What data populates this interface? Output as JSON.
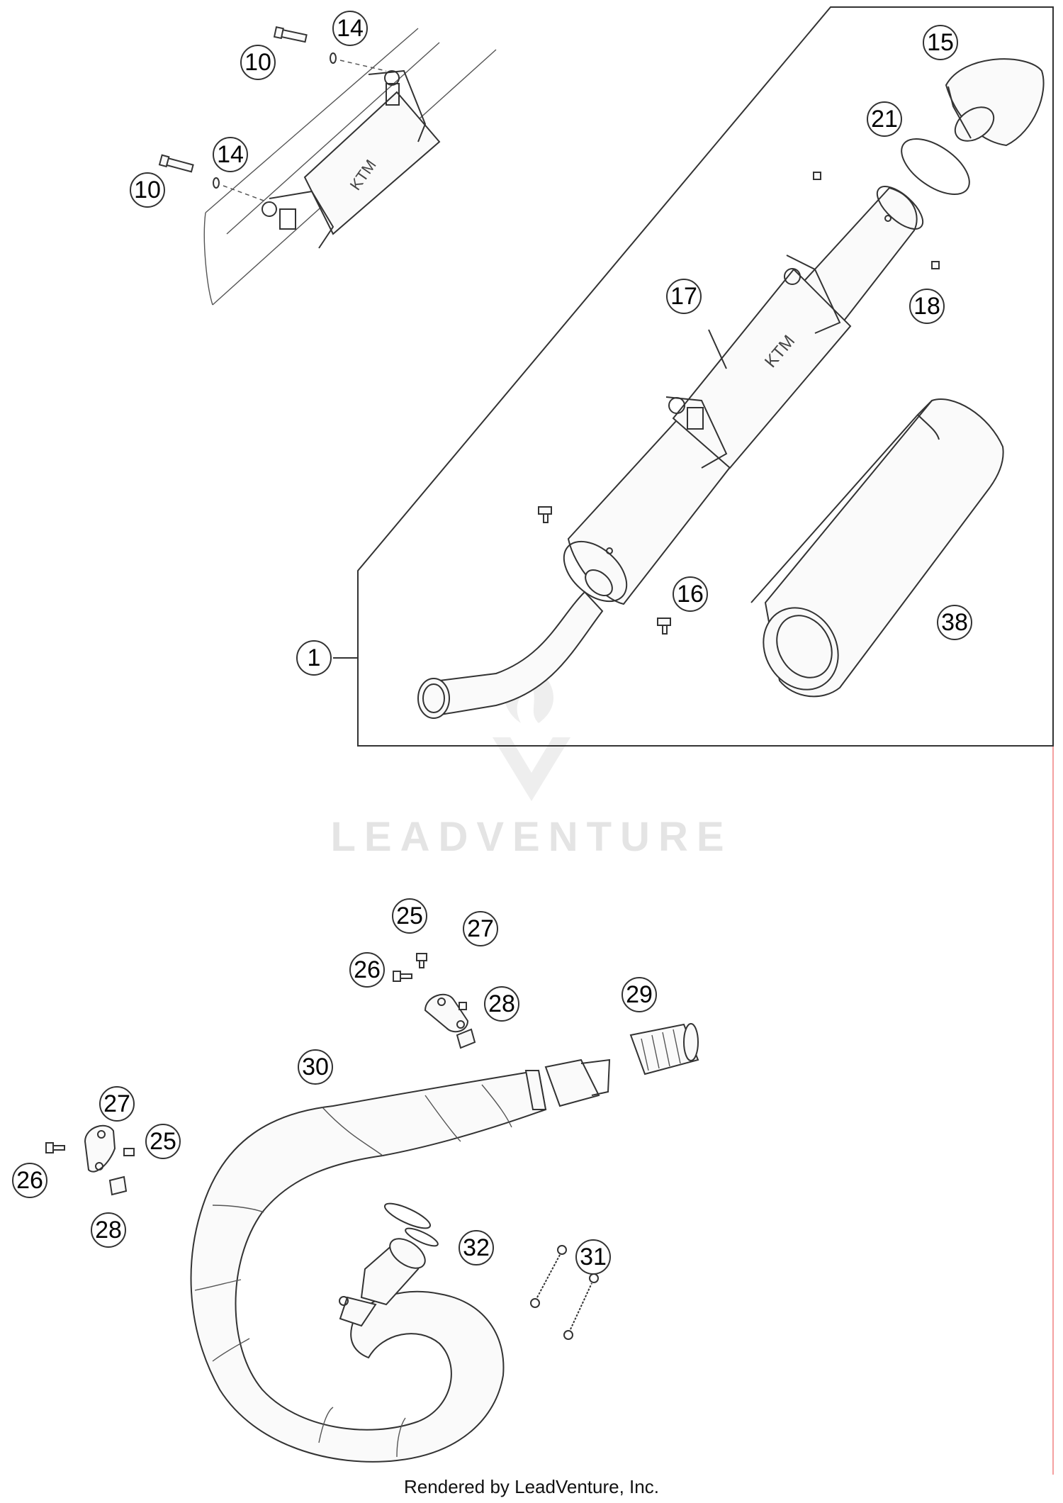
{
  "diagram": {
    "callouts": [
      {
        "id": "c10a",
        "label": "10"
      },
      {
        "id": "c14a",
        "label": "14"
      },
      {
        "id": "c14b",
        "label": "14"
      },
      {
        "id": "c10b",
        "label": "10"
      },
      {
        "id": "c15",
        "label": "15"
      },
      {
        "id": "c21",
        "label": "21"
      },
      {
        "id": "c17",
        "label": "17"
      },
      {
        "id": "c18",
        "label": "18"
      },
      {
        "id": "c16",
        "label": "16"
      },
      {
        "id": "c38",
        "label": "38"
      },
      {
        "id": "c1",
        "label": "1"
      },
      {
        "id": "c25a",
        "label": "25"
      },
      {
        "id": "c27a",
        "label": "27"
      },
      {
        "id": "c26a",
        "label": "26"
      },
      {
        "id": "c28a",
        "label": "28"
      },
      {
        "id": "c29",
        "label": "29"
      },
      {
        "id": "c30",
        "label": "30"
      },
      {
        "id": "c27b",
        "label": "27"
      },
      {
        "id": "c25b",
        "label": "25"
      },
      {
        "id": "c26b",
        "label": "26"
      },
      {
        "id": "c28b",
        "label": "28"
      },
      {
        "id": "c32",
        "label": "32"
      },
      {
        "id": "c31",
        "label": "31"
      }
    ]
  },
  "watermark": {
    "text": "LEADVENTURE"
  },
  "footer": {
    "text": "Rendered by LeadVenture, Inc."
  },
  "colors": {
    "line": "#333333",
    "watermark": "#e4e4e4",
    "frame_right_edge": "#f4a0a0"
  }
}
